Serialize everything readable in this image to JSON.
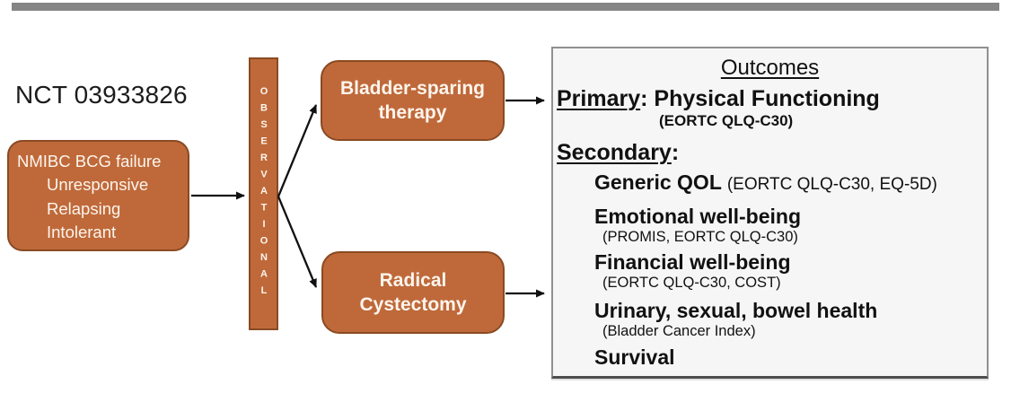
{
  "colors": {
    "accent_orange": "#bf693a",
    "accent_orange_border": "#8a4a22",
    "top_bar_gray": "#858585",
    "outcomes_background": "#f6f6f6",
    "outcomes_border": "#909090",
    "arrow_black": "#111111",
    "box_text_white": "#fdf5ed"
  },
  "study": {
    "nct_id": "NCT 03933826"
  },
  "population_box": {
    "line1": "NMIBC BCG failure",
    "sub_lines": [
      "Unresponsive",
      "Relapsing",
      "Intolerant"
    ]
  },
  "design_bar": {
    "label": "OBSERVATIONAL"
  },
  "arms": {
    "bladder_sparing": "Bladder-sparing therapy",
    "radical_cystectomy": "Radical Cystectomy"
  },
  "outcomes": {
    "title": "Outcomes",
    "primary_label": "Primary",
    "primary_separator": ": ",
    "primary_value": "Physical Functioning",
    "primary_instrument": "(EORTC QLQ-C30)",
    "secondary_label": "Secondary",
    "secondary_colon": ":",
    "items": [
      {
        "name": "Generic QOL",
        "instrument": "(EORTC QLQ-C30, EQ-5D)"
      },
      {
        "name": "Emotional well-being",
        "instrument": "(PROMIS, EORTC QLQ-C30)"
      },
      {
        "name": "Financial well-being",
        "instrument": "(EORTC QLQ-C30, COST)"
      },
      {
        "name": "Urinary, sexual, bowel health",
        "instrument": "(Bladder Cancer Index)"
      },
      {
        "name": "Survival",
        "instrument": ""
      }
    ]
  }
}
